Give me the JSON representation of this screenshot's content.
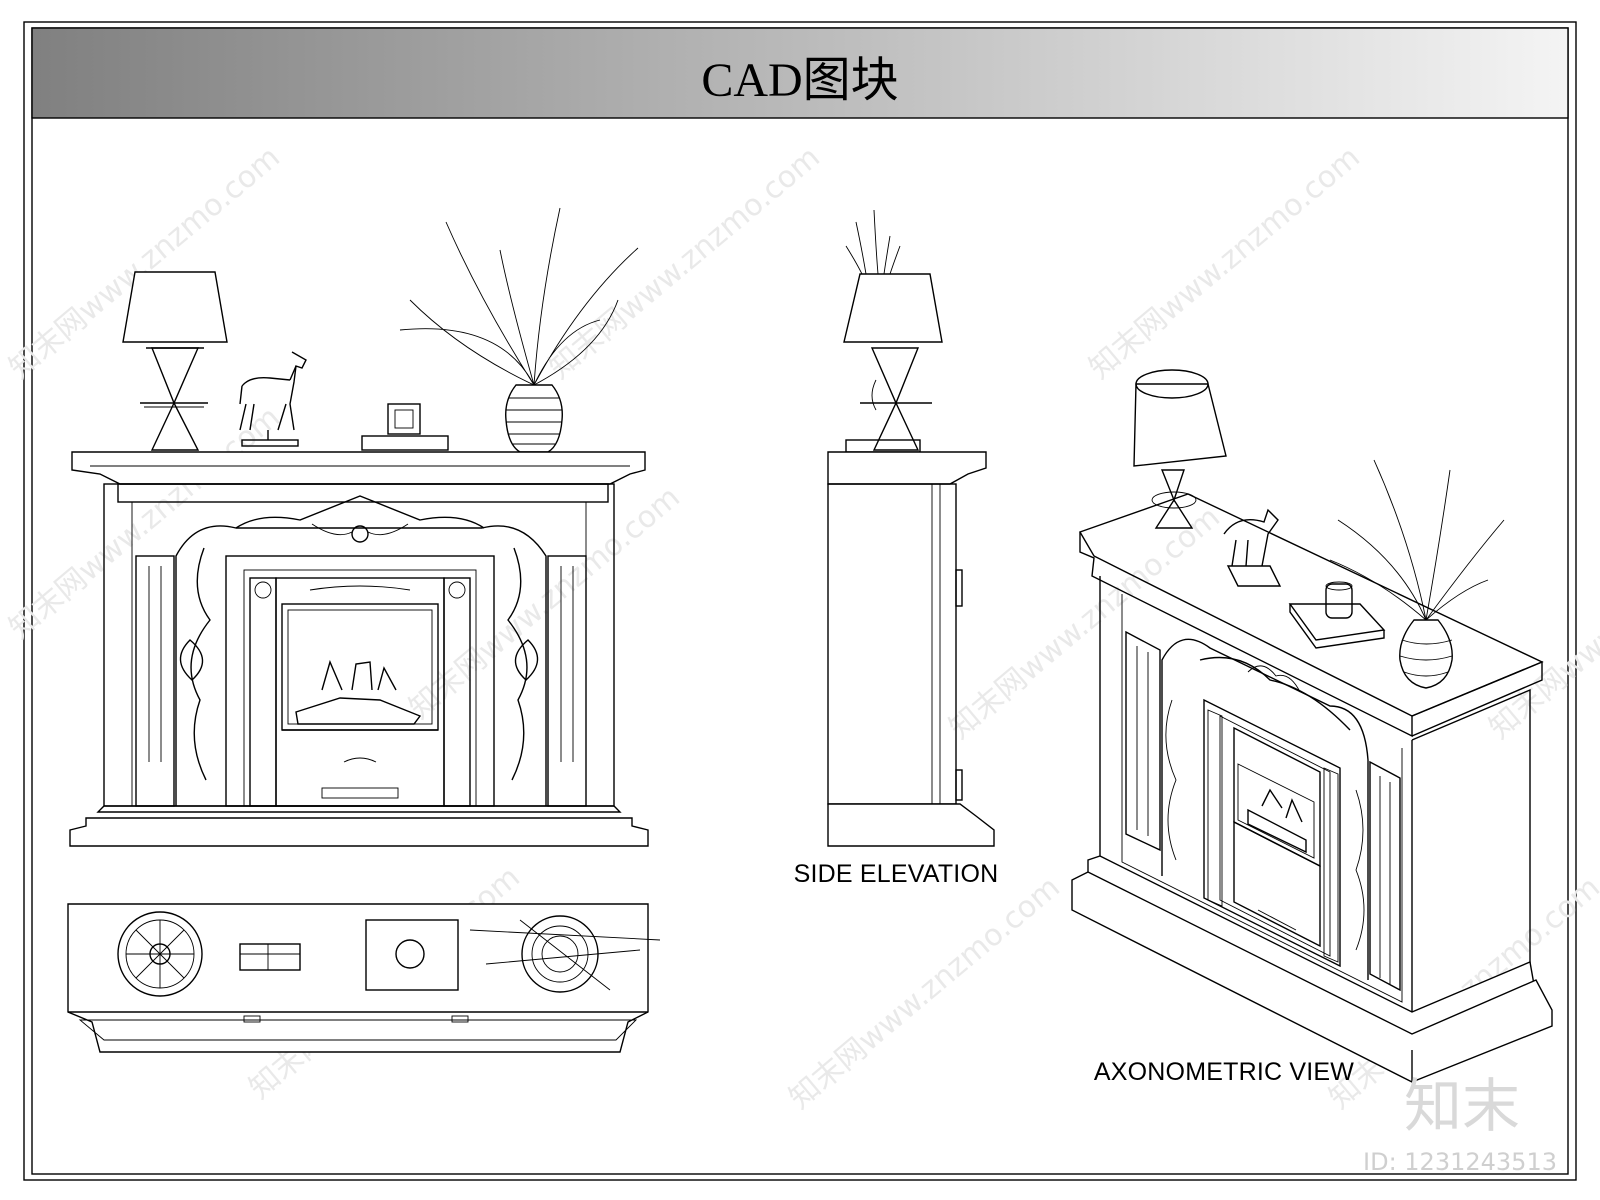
{
  "header": {
    "title": "CAD图块"
  },
  "views": {
    "side_label": "SIDE ELEVATION",
    "axo_label": "AXONOMETRIC VIEW"
  },
  "watermark": {
    "text": "知末网www.znzmo.com",
    "logo": "知末",
    "id": "ID: 1231243513"
  },
  "colors": {
    "header_gradient_start": "#808080",
    "header_gradient_end": "#f2f2f2",
    "line": "#000000"
  }
}
